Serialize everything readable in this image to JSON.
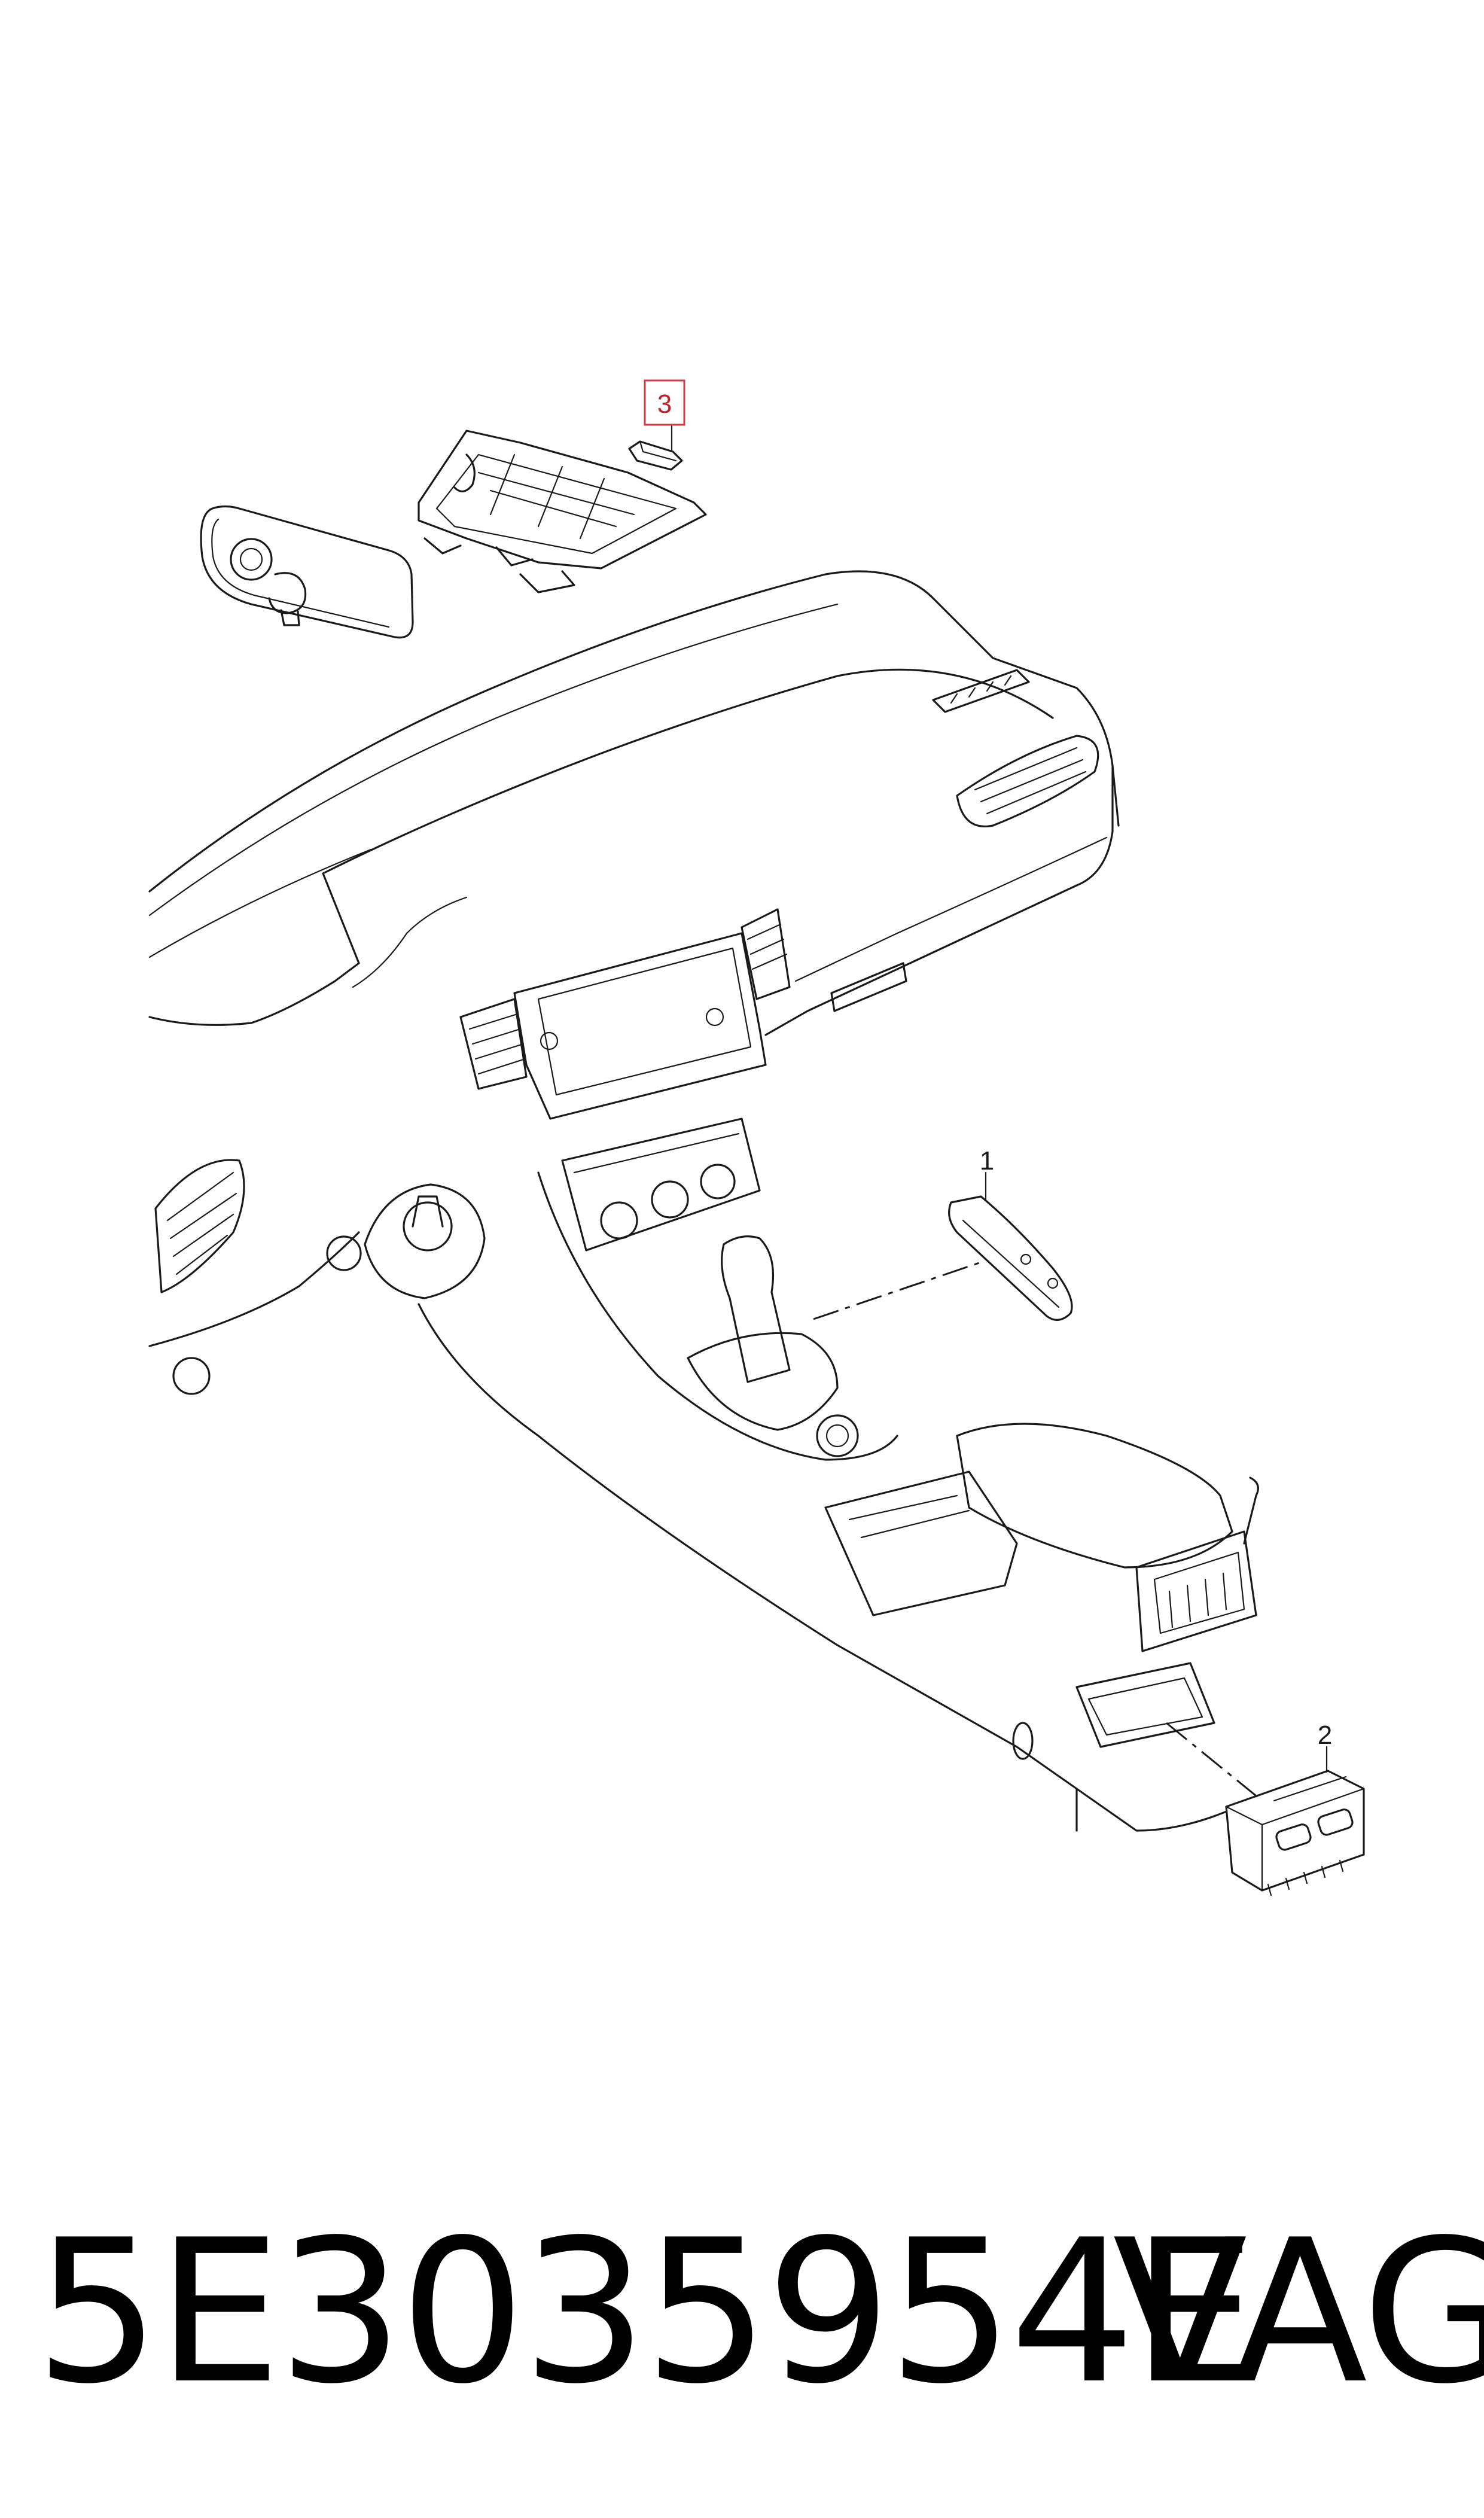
{
  "callouts": [
    {
      "id": "callout-1",
      "label": "1",
      "highlighted": false
    },
    {
      "id": "callout-2",
      "label": "2",
      "highlighted": false
    },
    {
      "id": "callout-3",
      "label": "3",
      "highlighted": true
    }
  ],
  "caption": {
    "part_number": "5E3035954E",
    "brand": "VAG"
  },
  "colors": {
    "line": "#1a1a1a",
    "highlight": "#d23a46",
    "background": "#ffffff"
  }
}
